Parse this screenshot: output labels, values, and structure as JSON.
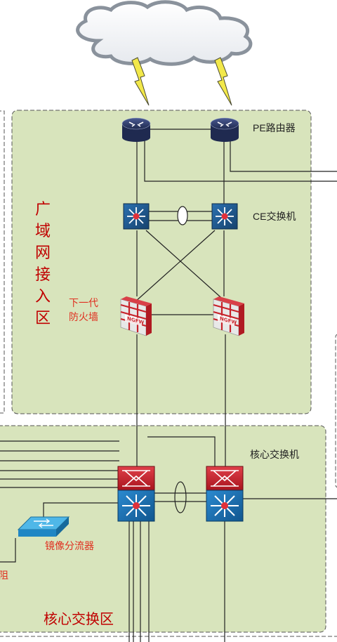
{
  "labels": {
    "pe_router": "PE路由器",
    "ce_switch": "CE交换机",
    "ngfw_line1": "下一代",
    "ngfw_line2": "防火墙",
    "core_switch": "核心交换机",
    "mirror_splitter": "镜像分流器",
    "wan_zone_chars": [
      "广",
      "域",
      "网",
      "接",
      "入",
      "区"
    ],
    "core_zone": "核心交换区",
    "left_cut_text": "阻",
    "firewall_badge": "NGFW"
  },
  "colors": {
    "zone_fill": "#d8e4bc",
    "router_blue": "#2f3b6b",
    "switch_blue": "#1f5f9a",
    "firewall_red": "#c8222a",
    "zone_title_red": "#c00000",
    "label_red": "#e03020",
    "lightning_yellow": "#f2e84a"
  },
  "icons": [
    "cloud-icon",
    "lightning-icon",
    "router-icon",
    "switch-icon",
    "firewall-icon",
    "core-switch-icon",
    "mirror-splitter-icon"
  ]
}
